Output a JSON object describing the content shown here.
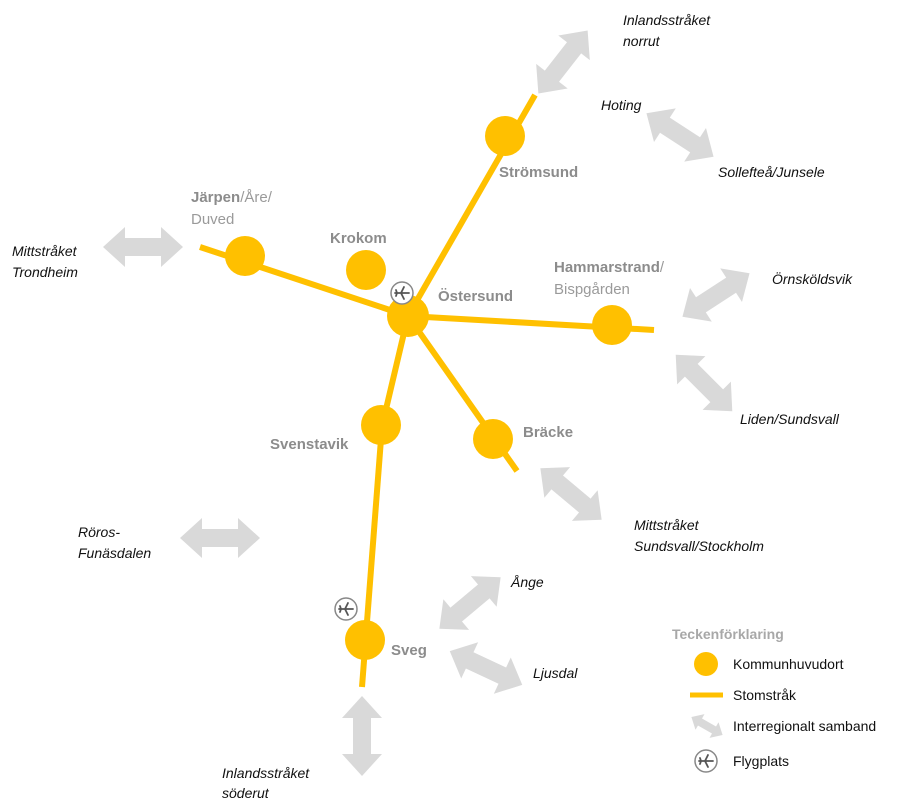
{
  "colors": {
    "accent": "#FFC000",
    "arrow": "#D9D9D9",
    "node_label": "#8C8C8C",
    "destination": "#111111"
  },
  "nodes": {
    "ostersund": "Östersund",
    "stromsund": "Strömsund",
    "krokom": "Krokom",
    "jarpen_bold": "Järpen",
    "jarpen_rest": "/Åre/",
    "duved": "Duved",
    "hammarstrand": "Hammarstrand",
    "hammarstrand_slash": "/",
    "bispgarden": "Bispgården",
    "bracke": "Bräcke",
    "svenstavik": "Svenstavik",
    "sveg": "Sveg"
  },
  "destinations": {
    "inland_norr_1": "Inlandsstråket",
    "inland_norr_2": "norrut",
    "hoting": "Hoting",
    "solleftea": "Sollefteå/Junsele",
    "mitt_trond_1": "Mittstråket",
    "mitt_trond_2": "Trondheim",
    "ornskoldsvik": "Örnsköldsvik",
    "liden": "Liden/Sundsvall",
    "mitt_sund_1": "Mittstråket",
    "mitt_sund_2": "Sundsvall/Stockholm",
    "roros_1": "Röros-",
    "roros_2": "Funäsdalen",
    "ange": "Ånge",
    "ljusdal": "Ljusdal",
    "inland_soder_1": "Inlandsstråket",
    "inland_soder_2": "söderut"
  },
  "legend": {
    "title": "Teckenförklaring",
    "kommun": "Kommunhuvudort",
    "stomstrak": "Stomstråk",
    "interregional": "Interregionalt samband",
    "flyg": "Flygplats"
  },
  "icons": {
    "airport": "airplane-icon"
  }
}
